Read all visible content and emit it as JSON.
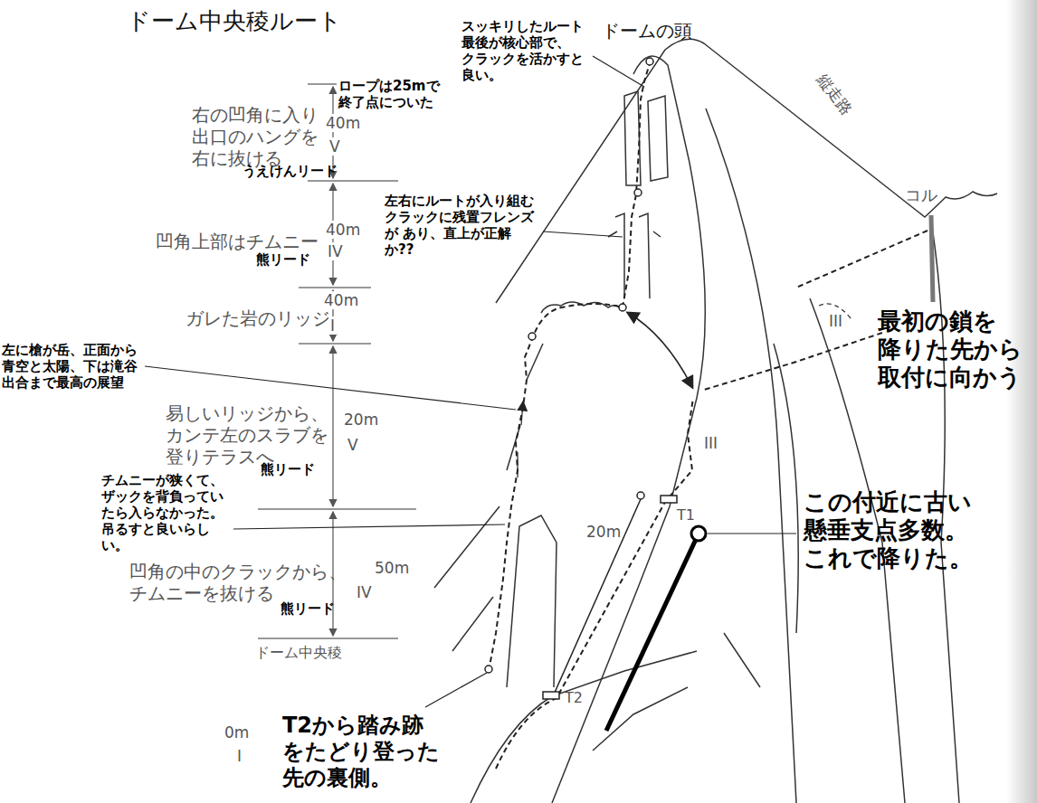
{
  "diagram": {
    "title": "ドーム中央稜ルート",
    "labels": [
      "ドームの頭",
      "縦走路",
      "コル",
      "スッキリしたルート 最後が核心部で、 クラックを活かすと 良い。",
      "ロープは25mで 終了点についた",
      "右の凹角に入り 出口のハングを 右に抜ける",
      "40m",
      "V",
      "うえけんリード",
      "左右にルートが入り組む クラックに残置フレンズが あり、直上が正解か??",
      "凹角上部はチムニー",
      "40m",
      "IV",
      "熊リード",
      "ガレた岩のリッジ",
      "40m",
      "I",
      "左に槍が岳、正面から 青空と太陽、下は滝谷 出合まで最高の展望",
      "易しいリッジから、 カンテ左のスラブを 登りテラスへ",
      "20m",
      "V",
      "熊リード",
      "チムニーが狭くて、 ザックを背負ってい たら入らなかった。 吊るすと良いらしい。",
      "凹角の中のクラックから、 チムニーを抜ける",
      "50m",
      "IV",
      "熊リード",
      "ドーム中央稜",
      "III",
      "III",
      "20m",
      "T1",
      "T2",
      "最初の鎖を 降りた先から 取付に向かう",
      "この付近に古い 懸垂支点多数。 これで降りた。",
      "T2から踏み跡 をたどり登った 先の裏側。",
      "0m",
      "I"
    ]
  }
}
